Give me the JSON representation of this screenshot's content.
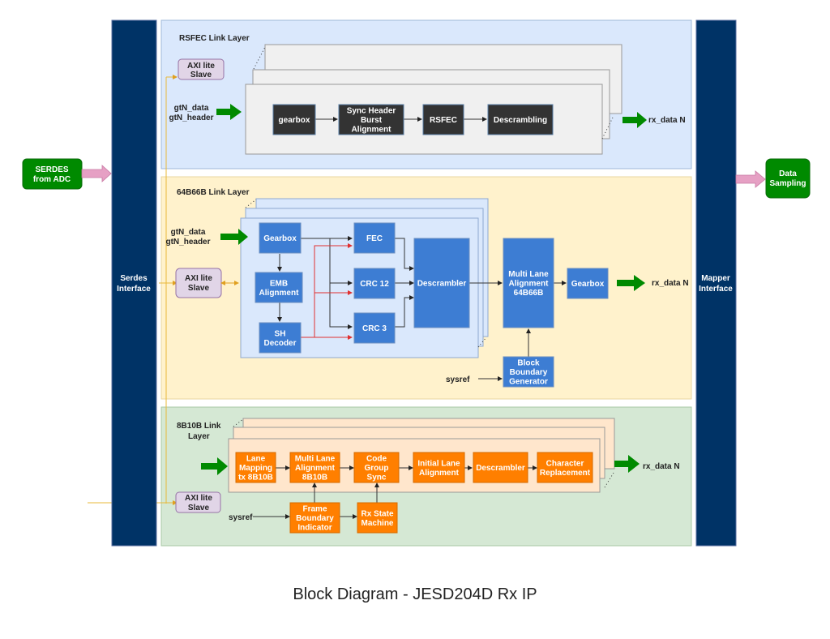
{
  "caption": "Block Diagram - JESD204D Rx IP",
  "colors": {
    "interface_bar": "#003366",
    "rsfec_bg": "#dae8fc",
    "b64_bg": "#fff2cc",
    "b8_bg": "#d5e8d4",
    "dark_block": "#333333",
    "blue_block": "#3d7dd3",
    "orange_block": "#ff7f00",
    "green_node": "#008a00",
    "axi_fill": "#e1d5e7",
    "pink_arrow": "#e6a0c4",
    "axi_line": "#e8b83a",
    "red_line": "#e03030"
  },
  "external": {
    "serdes_from_adc": [
      "SERDES",
      "from ADC"
    ],
    "data_sampling": [
      "Data",
      "Sampling"
    ]
  },
  "interfaces": {
    "serdes": [
      "Serdes",
      "Interface"
    ],
    "mapper": [
      "Mapper",
      "Interface"
    ]
  },
  "rsfec": {
    "title": "RSFEC Link Layer",
    "axi": [
      "AXI lite",
      "Slave"
    ],
    "input": [
      "gtN_data",
      "gtN_header"
    ],
    "output": "rx_data N",
    "blocks": [
      {
        "id": "gearbox",
        "lines": [
          "gearbox"
        ]
      },
      {
        "id": "sync-header",
        "lines": [
          "Sync Header",
          "Burst",
          "Alignment"
        ]
      },
      {
        "id": "rsfec",
        "lines": [
          "RSFEC"
        ]
      },
      {
        "id": "descrambling",
        "lines": [
          "Descrambling"
        ]
      }
    ]
  },
  "b64": {
    "title": "64B66B Link Layer",
    "axi": [
      "AXI lite",
      "Slave"
    ],
    "input": [
      "gtN_data",
      "gtN_header"
    ],
    "output": "rx_data N",
    "sysref": "sysref",
    "blocks": [
      {
        "id": "gearbox-in",
        "lines": [
          "Gearbox"
        ]
      },
      {
        "id": "emb-alignment",
        "lines": [
          "EMB",
          "Alignment"
        ]
      },
      {
        "id": "sh-decoder",
        "lines": [
          "SH",
          "Decoder"
        ]
      },
      {
        "id": "fec",
        "lines": [
          "FEC"
        ]
      },
      {
        "id": "crc12",
        "lines": [
          "CRC 12"
        ]
      },
      {
        "id": "crc3",
        "lines": [
          "CRC 3"
        ]
      },
      {
        "id": "descrambler",
        "lines": [
          "Descrambler"
        ]
      },
      {
        "id": "multi-lane",
        "lines": [
          "Multi Lane",
          "Alignment",
          "64B66B"
        ]
      },
      {
        "id": "gearbox-out",
        "lines": [
          "Gearbox"
        ]
      },
      {
        "id": "block-boundary",
        "lines": [
          "Block",
          "Boundary",
          "Generator"
        ]
      }
    ]
  },
  "b8": {
    "title": [
      "8B10B Link",
      "Layer"
    ],
    "axi": [
      "AXI lite",
      "Slave"
    ],
    "output": "rx_data N",
    "sysref": "sysref",
    "blocks": [
      {
        "id": "lane-mapping",
        "lines": [
          "Lane",
          "Mapping",
          "tx 8B10B"
        ]
      },
      {
        "id": "multi-lane",
        "lines": [
          "Multi Lane",
          "Alignment",
          "8B10B"
        ]
      },
      {
        "id": "code-group",
        "lines": [
          "Code",
          "Group",
          "Sync"
        ]
      },
      {
        "id": "initial-lane",
        "lines": [
          "Initial Lane",
          "Alignment"
        ]
      },
      {
        "id": "descrambler",
        "lines": [
          "Descrambler"
        ]
      },
      {
        "id": "char-replacement",
        "lines": [
          "Character",
          "Replacement"
        ]
      },
      {
        "id": "frame-boundary",
        "lines": [
          "Frame",
          "Boundary",
          "Indicator"
        ]
      },
      {
        "id": "rx-state",
        "lines": [
          "Rx State",
          "Machine"
        ]
      }
    ]
  }
}
